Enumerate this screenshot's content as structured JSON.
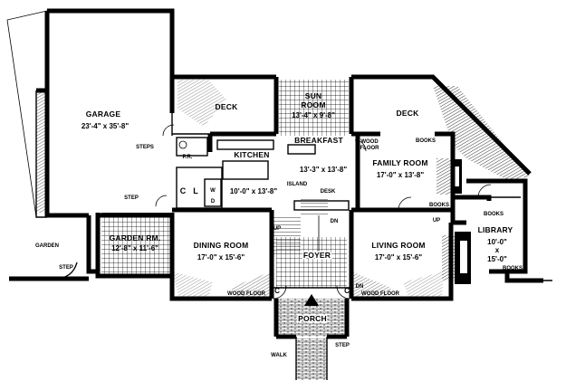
{
  "rooms": {
    "garage": {
      "name": "GARAGE",
      "dims": "23'-4\" x 35'-8\""
    },
    "sun_room": {
      "name": "SUN",
      "name2": "ROOM",
      "dims": "13'-4\" x 9'-8\""
    },
    "deck_left": {
      "name": "DECK"
    },
    "deck_right": {
      "name": "DECK"
    },
    "kitchen": {
      "name": "KITCHEN",
      "dims": "10'-0\" x 13'-8\""
    },
    "breakfast": {
      "name": "BREAKFAST",
      "dims": "13'-3\" x 13'-8\""
    },
    "family_room": {
      "name": "FAMILY ROOM",
      "dims": "17'-0\" x 13'-8\""
    },
    "library": {
      "name": "LIBRARY",
      "dims1": "10'-0\"",
      "dims_x": "x",
      "dims2": "15'-0\""
    },
    "garden_room": {
      "name": "GARDEN RM.",
      "dims": "12'-8\" x 11'-6\""
    },
    "dining_room": {
      "name": "DINING ROOM",
      "dims": "17'-0\" x 15'-6\""
    },
    "foyer": {
      "name": "FOYER"
    },
    "living_room": {
      "name": "LIVING ROOM",
      "dims": "17'-0\" x 15'-6\""
    },
    "porch": {
      "name": "PORCH"
    }
  },
  "annotations": {
    "steps": "STEPS",
    "step_garage": "STEP",
    "step_garden": "STEP",
    "step_porch": "STEP",
    "garden": "GARDEN",
    "walk": "WALK",
    "pr": "P.R.",
    "c_left": "C",
    "l": "L",
    "w": "W",
    "d": "D",
    "island": "ISLAND",
    "desk": "DESK",
    "dn_stair": "DN",
    "up_stair": "UP",
    "wood_floor_a": "WOOD",
    "wood_floor_b": "FLOOR",
    "books_1": "BOOKS",
    "books_2": "BOOKS",
    "books_3": "BOOKS",
    "books_4": "BOOKS",
    "up_library": "UP",
    "wood_floor_dining": "WOOD FLOOR",
    "wood_floor_living": "WOOD FLOOR",
    "c_foyer_left": "C",
    "c_foyer_right": "C",
    "dn_foyer": "DN"
  }
}
